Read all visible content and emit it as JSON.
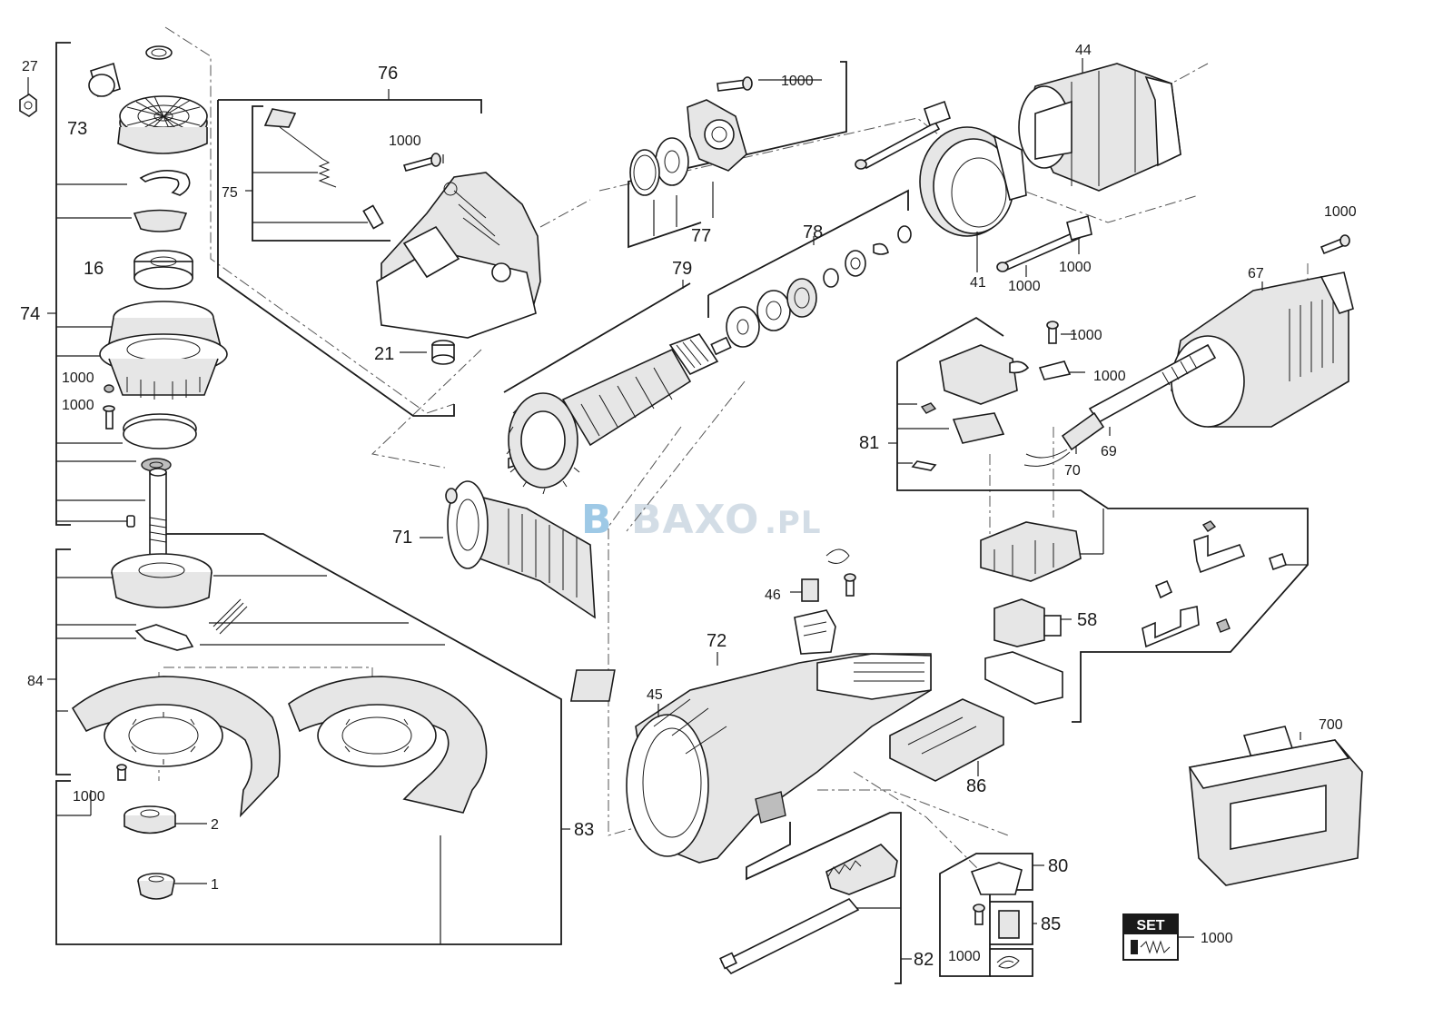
{
  "watermark": {
    "text": "BAXO",
    "suffix": ".PL",
    "logo_letter": "B"
  },
  "labels": {
    "l27": "27",
    "l73": "73",
    "l16": "16",
    "l74": "74",
    "l1000_a": "1000",
    "l1000_b": "1000",
    "l84": "84",
    "l1000_c": "1000",
    "l2": "2",
    "l1": "1",
    "l76": "76",
    "l75": "75",
    "l1000_d": "1000",
    "l21": "21",
    "l71": "71",
    "l1000_e": "1000",
    "l77": "77",
    "l78": "78",
    "l79": "79",
    "l44": "44",
    "l41": "41",
    "l1000_f": "1000",
    "l1000_g": "1000",
    "l1000_h": "1000",
    "l67": "67",
    "l1000_i": "1000",
    "l1000_j": "1000",
    "l81": "81",
    "l70": "70",
    "l69": "69",
    "l46": "46",
    "l58": "58",
    "l72": "72",
    "l45": "45",
    "l86": "86",
    "l83": "83",
    "l80": "80",
    "l85": "85",
    "l82": "82",
    "l1000_k": "1000",
    "l700": "700",
    "l1000_set": "1000"
  },
  "set_badge": {
    "text": "SET"
  },
  "colors": {
    "line": "#1a1a1a",
    "fill_light": "#e6e6e6",
    "watermark": "#d3dde6",
    "watermark_accent": "#9ec9e6"
  }
}
